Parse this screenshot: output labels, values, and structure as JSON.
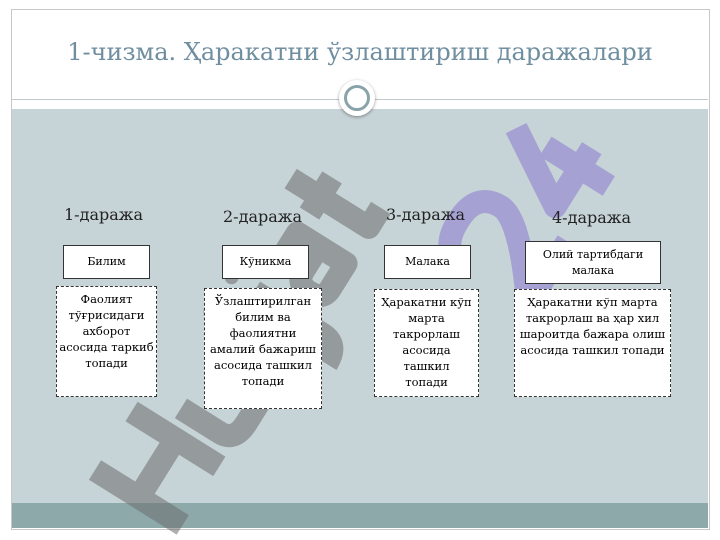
{
  "title": "1-чизма. Ҳаракатни ўзлаштириш даражалари",
  "watermark": "Hujjat24",
  "levels": [
    {
      "label": "1-даража",
      "term": "Билим",
      "description": "Фаолият тўғрисидаги ахборот асосида таркиб топади"
    },
    {
      "label": "2-даража",
      "term": "Кўникма",
      "description": "Ўзлаштирилган билим ва фаолиятни амалий бажариш асосида ташкил топади"
    },
    {
      "label": "3-даража",
      "term": "Малака",
      "description": "Ҳаракатни кўп марта такрорлаш асосида ташкил топади"
    },
    {
      "label": "4-даража",
      "term": "Олий тартибдаги малака",
      "description": "Ҳаракатни кўп марта такрорлаш ва ҳар хил шароитда бажара олиш асосида  ташкил топади"
    }
  ]
}
